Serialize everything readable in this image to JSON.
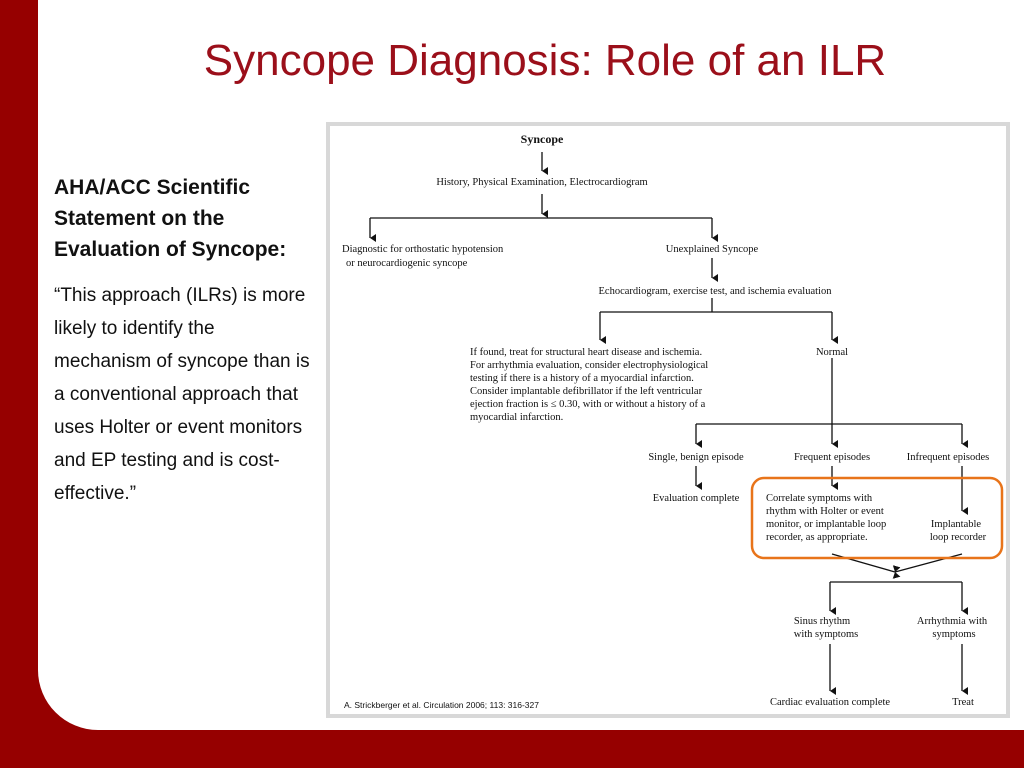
{
  "slide": {
    "title": "Syncope Diagnosis: Role of an ILR",
    "heading": "AHA/ACC Scientific Statement on the Evaluation of Syncope:",
    "quote": "“This approach (ILRs) is more likely to identify the mechanism of syncope than is a conventional approach that uses Holter or event monitors and EP testing and is cost-effective.”"
  },
  "colors": {
    "frame": "#960000",
    "title": "#9b0f1a",
    "highlight": "#e8741a"
  },
  "flowchart": {
    "syncope": "Syncope",
    "history": "History, Physical Examination, Electrocardiogram",
    "diagnostic": [
      "Diagnostic for orthostatic hypotension",
      "or neurocardiogenic syncope"
    ],
    "unexplained": "Unexplained Syncope",
    "echo": "Echocardiogram, exercise test, and ischemia evaluation",
    "if_found": [
      "If found, treat for structural heart disease and ischemia.",
      "For arrhythmia evaluation, consider electrophysiological",
      "testing if there is a history of a myocardial infarction.",
      "Consider implantable defibrillator if the left ventricular",
      "ejection fraction is ≤ 0.30, with or without a history of a",
      "myocardial infarction."
    ],
    "normal": "Normal",
    "single": "Single, benign episode",
    "frequent": "Frequent episodes",
    "infrequent": "Infrequent episodes",
    "eval_complete": "Evaluation complete",
    "correlate": [
      "Correlate symptoms with",
      "rhythm with Holter or event",
      "monitor, or implantable loop",
      "recorder, as appropriate."
    ],
    "ilr": [
      "Implantable",
      "loop recorder"
    ],
    "sinus": [
      "Sinus rhythm",
      "with symptoms"
    ],
    "arrhythmia": [
      "Arrhythmia with",
      "symptoms"
    ],
    "cardiac_complete": "Cardiac evaluation complete",
    "treat": "Treat",
    "citation": "A. Strickberger et al. Circulation 2006; 113: 316-327"
  }
}
